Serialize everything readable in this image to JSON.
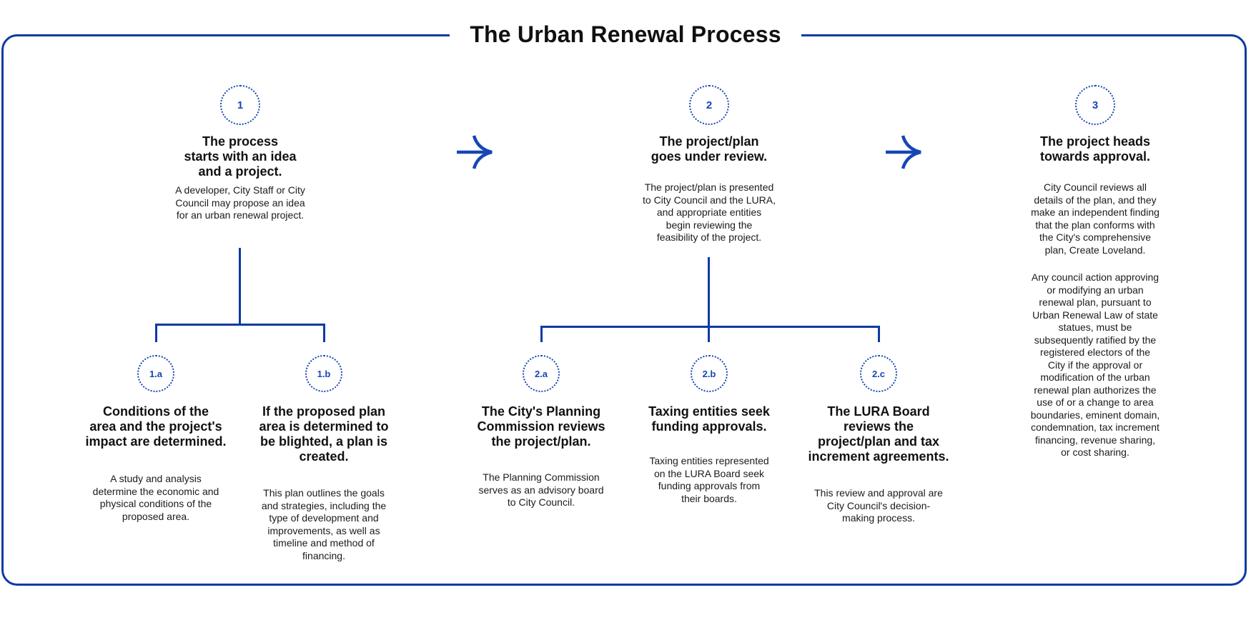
{
  "title": "The Urban Renewal Process",
  "colors": {
    "line_blue": "#0d3aa4",
    "accent_blue": "#1746b4",
    "text_dark": "#1b1b1b",
    "heading_dark": "#111111",
    "background": "#ffffff"
  },
  "icons": {
    "arrow_right": "curved right arrow"
  },
  "steps": [
    {
      "id": "1",
      "heading": "The process\nstarts with an idea\nand a project.",
      "body": "A developer, City Staff or City\nCouncil may propose an idea\nfor an urban renewal project."
    },
    {
      "id": "2",
      "heading": "The project/plan\ngoes under review.",
      "body": "The project/plan is presented\nto City Council and the LURA,\nand appropriate entities\nbegin reviewing the\nfeasibility of the project."
    },
    {
      "id": "3",
      "heading": "The project heads\ntowards approval.",
      "body": "City Council reviews all\ndetails of the plan, and they\nmake an independent finding\nthat the plan conforms with\nthe City's comprehensive\nplan, Create Loveland.",
      "body2": "Any council action approving\nor modifying an urban\nrenewal plan, pursuant to\nUrban Renewal Law of state\nstatues, must be\nsubsequently ratified by the\nregistered electors of the\nCity if the approval or\nmodification of the urban\nrenewal plan authorizes the\nuse of or a change to area\nboundaries, eminent domain,\ncondemnation, tax increment\nfinancing, revenue sharing,\nor cost sharing."
    }
  ],
  "substeps": [
    {
      "id": "1.a",
      "heading": "Conditions of the\narea and the project's\nimpact are determined.",
      "body": "A study and analysis\ndetermine the economic and\nphysical conditions of the\nproposed area."
    },
    {
      "id": "1.b",
      "heading": "If the proposed plan\narea is determined to\nbe blighted, a plan is\ncreated.",
      "body": "This plan outlines the goals\nand strategies, including the\ntype of development and\nimprovements, as well as\ntimeline and method of\nfinancing."
    },
    {
      "id": "2.a",
      "heading": "The City's Planning\nCommission reviews\nthe project/plan.",
      "body": "The Planning Commission\nserves as an advisory board\nto City Council."
    },
    {
      "id": "2.b",
      "heading": "Taxing entities seek\nfunding approvals.",
      "body": "Taxing entities represented\non the LURA Board seek\nfunding approvals from\ntheir boards."
    },
    {
      "id": "2.c",
      "heading": "The LURA Board\nreviews the\nproject/plan and tax\nincrement agreements.",
      "body": "This review and approval are\nCity Council's decision-\nmaking process."
    }
  ]
}
